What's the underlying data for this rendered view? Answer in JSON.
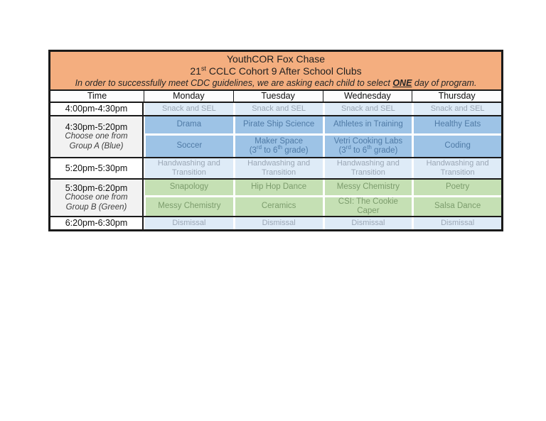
{
  "document": {
    "title": "YouthCOR Fox Chase",
    "subtitle": {
      "num": "21",
      "sup": "st",
      "rest": " CCLC Cohort 9 After School Clubs"
    },
    "note": {
      "before": "In order to successfully meet CDC guidelines, we are asking each child to select ",
      "emph": "ONE",
      "after": " day of program."
    }
  },
  "colors": {
    "title_bg": "#F4AE7F",
    "blue_cell": "#9DC3E6",
    "light_blue_cell": "#DEEBF7",
    "green_cell": "#C5E0B4",
    "blue_text": "#4F7AA5",
    "light_blue_text": "#9BA7B5",
    "green_text": "#7C9C6D",
    "border": "#1a1a1a"
  },
  "table": {
    "columns": [
      "Time",
      "Monday",
      "Tuesday",
      "Wednesday",
      "Thursday"
    ],
    "snack": {
      "time": "4:00pm-4:30pm",
      "cells": [
        "Snack and SEL",
        "Snack and SEL",
        "Snack and SEL",
        "Snack and SEL"
      ]
    },
    "group_a": {
      "time": "4:30pm-5:20pm",
      "note_line1": "Choose one from",
      "note_line2": "Group A (Blue)",
      "row1": [
        "Drama",
        "Pirate Ship Science",
        "Athletes in Training",
        "Healthy Eats"
      ],
      "row2_c1": "Soccer",
      "row2_c2": {
        "line1": "Maker Space",
        "p1": "(3",
        "s1": "rd",
        "p2": " to 6",
        "s2": "th",
        "p3": " grade)"
      },
      "row2_c3": {
        "line1": "Vetri Cooking Labs",
        "p1": "(3",
        "s1": "rd",
        "p2": " to 6",
        "s2": "th",
        "p3": " grade)"
      },
      "row2_c4": "Coding"
    },
    "handwashing": {
      "time": "5:20pm-5:30pm",
      "cells": [
        "Handwashing and Transition",
        "Handwashing and Transition",
        "Handwashing and Transition",
        "Handwashing and Transition"
      ]
    },
    "group_b": {
      "time": "5:30pm-6:20pm",
      "note_line1": "Choose one from",
      "note_line2": "Group B (Green)",
      "row1": [
        "Snapology",
        "Hip Hop Dance",
        "Messy Chemistry",
        "Poetry"
      ],
      "row2": [
        "Messy Chemistry",
        "Ceramics",
        "CSI: The Cookie Caper",
        "Salsa Dance"
      ]
    },
    "dismissal": {
      "time": "6:20pm-6:30pm",
      "cells": [
        "Dismissal",
        "Dismissal",
        "Dismissal",
        "Dismissal"
      ]
    }
  }
}
